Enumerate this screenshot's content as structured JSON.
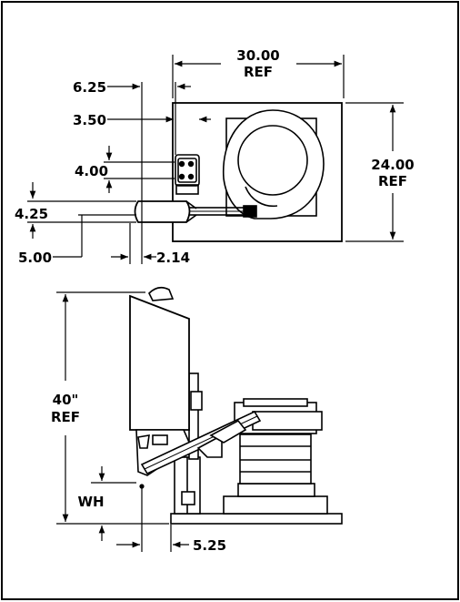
{
  "top_view": {
    "width_dim": {
      "value": "30.00",
      "ref": "REF"
    },
    "depth_dim": {
      "value": "24.00",
      "ref": "REF"
    },
    "dim_6_25": "6.25",
    "dim_3_50": "3.50",
    "dim_4_00": "4.00",
    "dim_4_25": "4.25",
    "dim_5_00": "5.00",
    "dim_2_14": "2.14"
  },
  "side_view": {
    "height_dim": {
      "value": "40\"",
      "ref": "REF"
    },
    "wh_label": "WH",
    "dim_5_25": "5.25"
  }
}
